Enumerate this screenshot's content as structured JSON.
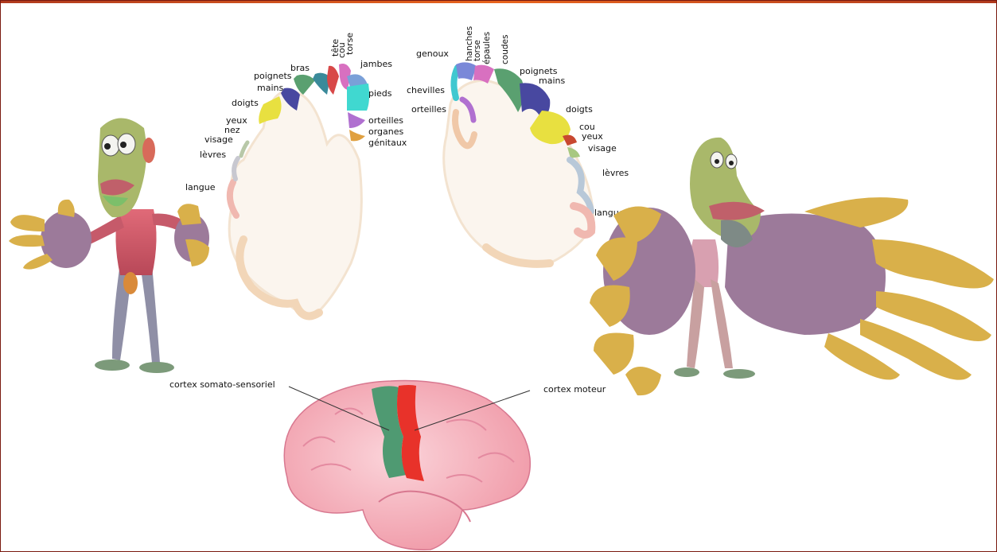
{
  "sensory_homunculus": {
    "labels": {
      "tete": "tête",
      "cou": "cou",
      "torse": "torse",
      "bras": "bras",
      "poignets": "poignets",
      "mains": "mains",
      "doigts": "doigts",
      "yeux": "yeux",
      "nez": "nez",
      "visage": "visage",
      "levres": "lèvres",
      "langue": "langue",
      "jambes": "jambes",
      "pieds": "pieds",
      "orteilles": "orteilles",
      "organes": "organes",
      "genitaux": "génitaux"
    }
  },
  "motor_homunculus": {
    "labels": {
      "genoux": "genoux",
      "hanches": "hanches",
      "torse": "torse",
      "epaules": "épaules",
      "coudes": "coudes",
      "poignets": "poignets",
      "mains": "mains",
      "chevilles": "chevilles",
      "orteilles": "orteilles",
      "doigts": "doigts",
      "cou": "cou",
      "yeux": "yeux",
      "visage": "visage",
      "levres": "lèvres",
      "langue": "langue"
    }
  },
  "brain": {
    "sensory_label": "cortex somato-sensoriel",
    "motor_label": "cortex moteur"
  },
  "colors": {
    "frame": "#7a1a10",
    "brain_pink": "#f4b6c0",
    "sensory_green": "#4f9a72",
    "motor_red": "#e8322a",
    "skin_green": "#a9b86a",
    "hand_purple": "#9c7a9a",
    "finger_yellow": "#d9b04a",
    "body_pink": "#d85a6a"
  }
}
